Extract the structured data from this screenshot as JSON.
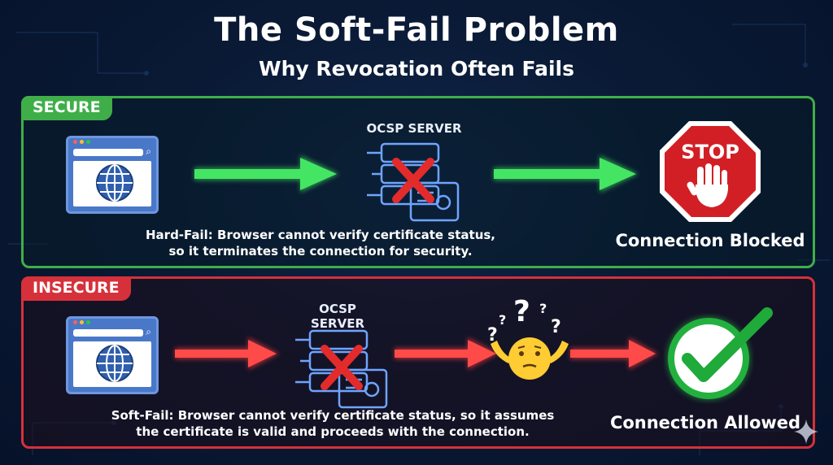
{
  "title": "The Soft-Fail Problem",
  "subtitle": "Why Revocation Often Fails",
  "secure": {
    "tag": "SECURE",
    "server_label": "OCSP SERVER",
    "caption_line1": "Hard-Fail: Browser cannot verify certificate status,",
    "caption_line2": "so it terminates the connection for security.",
    "result": "Connection Blocked",
    "stop_text": "STOP",
    "accent": "#3fae49"
  },
  "insecure": {
    "tag": "INSECURE",
    "server_label_line1": "OCSP",
    "server_label_line2": "SERVER",
    "caption_line1": "Soft-Fail: Browser cannot verify certificate status, so it assumes",
    "caption_line2": "the certificate is valid and proceeds with the connection.",
    "result": "Connection Allowed",
    "accent": "#d6313a"
  },
  "icons": [
    "browser-window-icon",
    "globe-icon",
    "server-icon",
    "certificate-icon",
    "x-mark-icon",
    "stop-sign-icon",
    "hand-icon",
    "shrugging-emoji-icon",
    "question-marks-icon",
    "checkmark-icon",
    "sparkle-icon"
  ]
}
